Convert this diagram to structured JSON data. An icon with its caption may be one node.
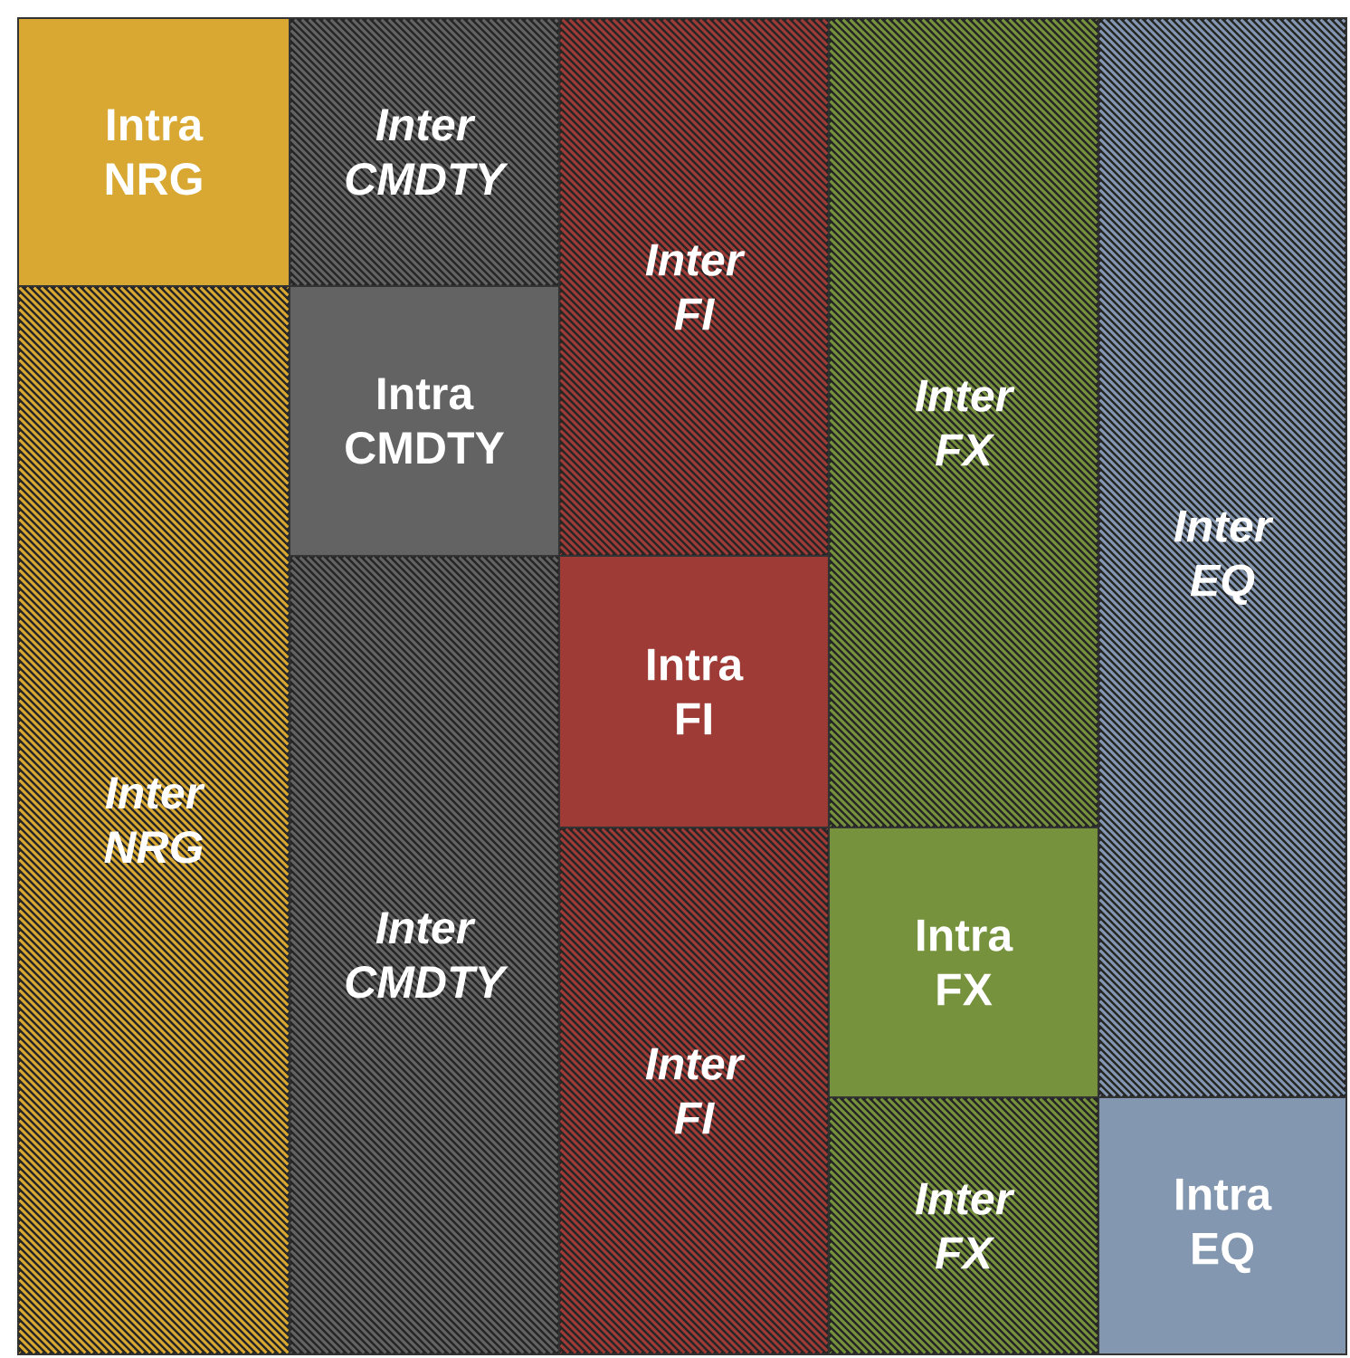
{
  "diagram": {
    "nodes": [
      {
        "text": [
          "Intra NRG"
        ]
      },
      {
        "text": [
          "Inter NRG"
        ]
      },
      {
        "text": [
          "Inter CMDTY"
        ]
      },
      {
        "text": [
          "Intra CMDTY"
        ]
      },
      {
        "text": [
          "Inter CMDTY"
        ]
      },
      {
        "text": [
          "Inter FI"
        ]
      },
      {
        "text": [
          "Intra FI"
        ]
      },
      {
        "text": [
          "Inter FI"
        ]
      },
      {
        "text": [
          "Inter FX"
        ]
      },
      {
        "text": [
          "Intra FX"
        ]
      },
      {
        "text": [
          "Inter FX"
        ]
      },
      {
        "text": [
          "Inter EQ"
        ]
      },
      {
        "text": [
          "Intra EQ"
        ]
      }
    ]
  }
}
